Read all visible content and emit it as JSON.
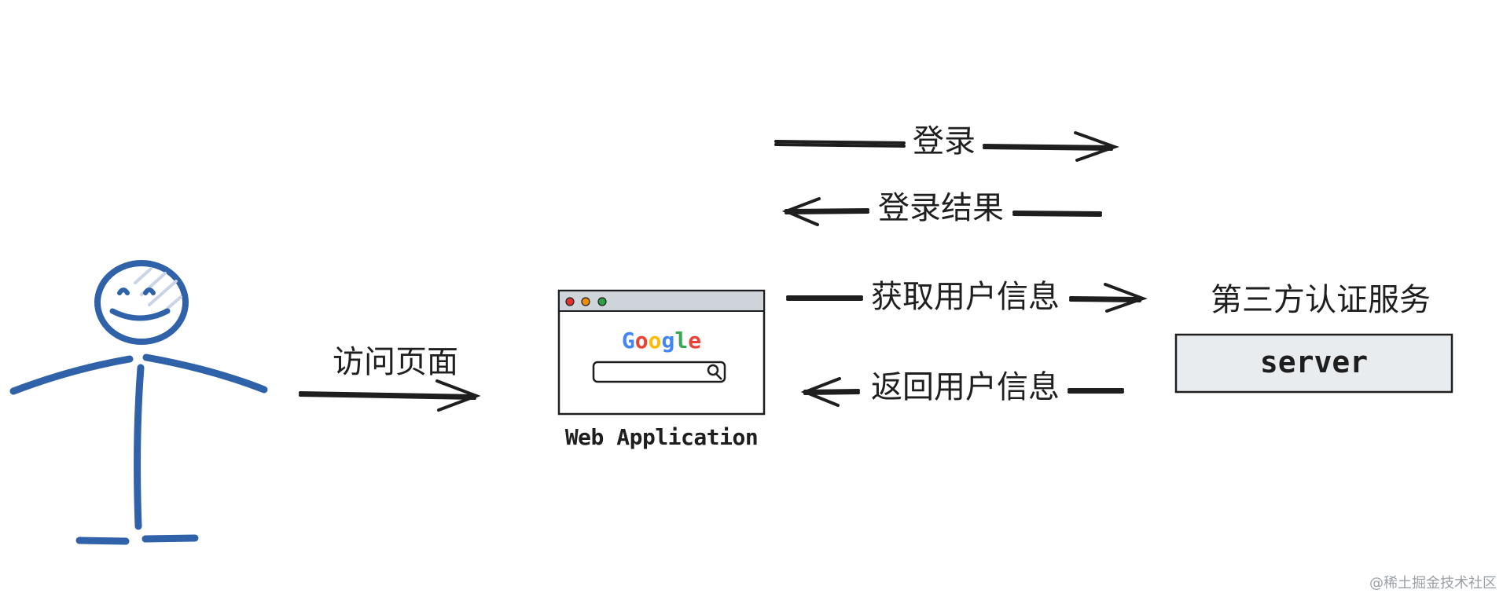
{
  "labels": {
    "visit_page": "访问页面",
    "login": "登录",
    "login_result": "登录结果",
    "get_user_info": "获取用户信息",
    "return_user_info": "返回用户信息",
    "third_party_auth": "第三方认证服务",
    "server": "server",
    "web_application": "Web Application",
    "watermark": "@稀土掘金技术社区"
  },
  "google_logo": {
    "letters": [
      "G",
      "o",
      "o",
      "g",
      "l",
      "e"
    ],
    "colors": [
      "#4285F4",
      "#EA4335",
      "#FBBC05",
      "#4285F4",
      "#34A853",
      "#EA4335"
    ]
  },
  "colors": {
    "stick_figure": "#2f62a8",
    "ink": "#1e1e1e",
    "browser_titlebar": "#ced4da",
    "server_fill": "#e9ecef",
    "traffic_lights": [
      "#e03131",
      "#f08c00",
      "#2f9e44"
    ]
  },
  "icons": [
    "smiley-face-icon",
    "search-icon",
    "arrow-icons"
  ]
}
